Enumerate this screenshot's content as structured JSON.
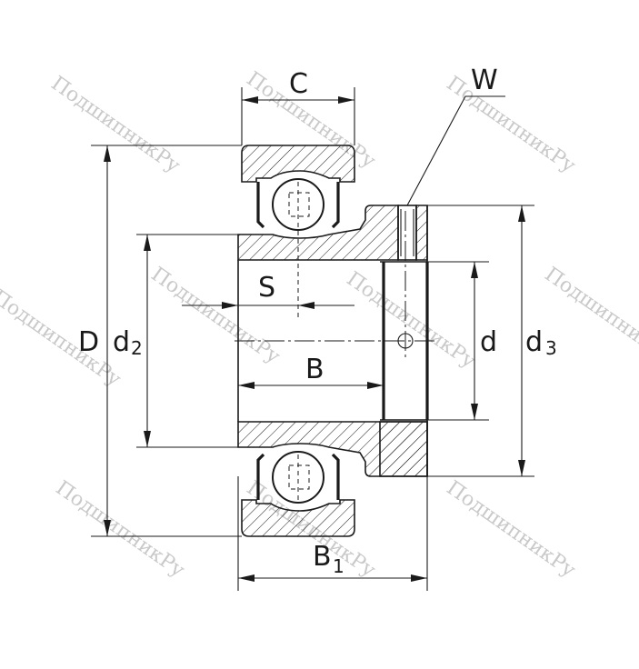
{
  "watermark": "ПодшипникРу",
  "labels": {
    "C": "C",
    "W": "W",
    "S": "S",
    "D": "D",
    "d2_main": "d",
    "d2_sub": "2",
    "B": "B",
    "d": "d",
    "d3_main": "d",
    "d3_sub": "3",
    "B1_main": "B",
    "B1_sub": "1"
  }
}
